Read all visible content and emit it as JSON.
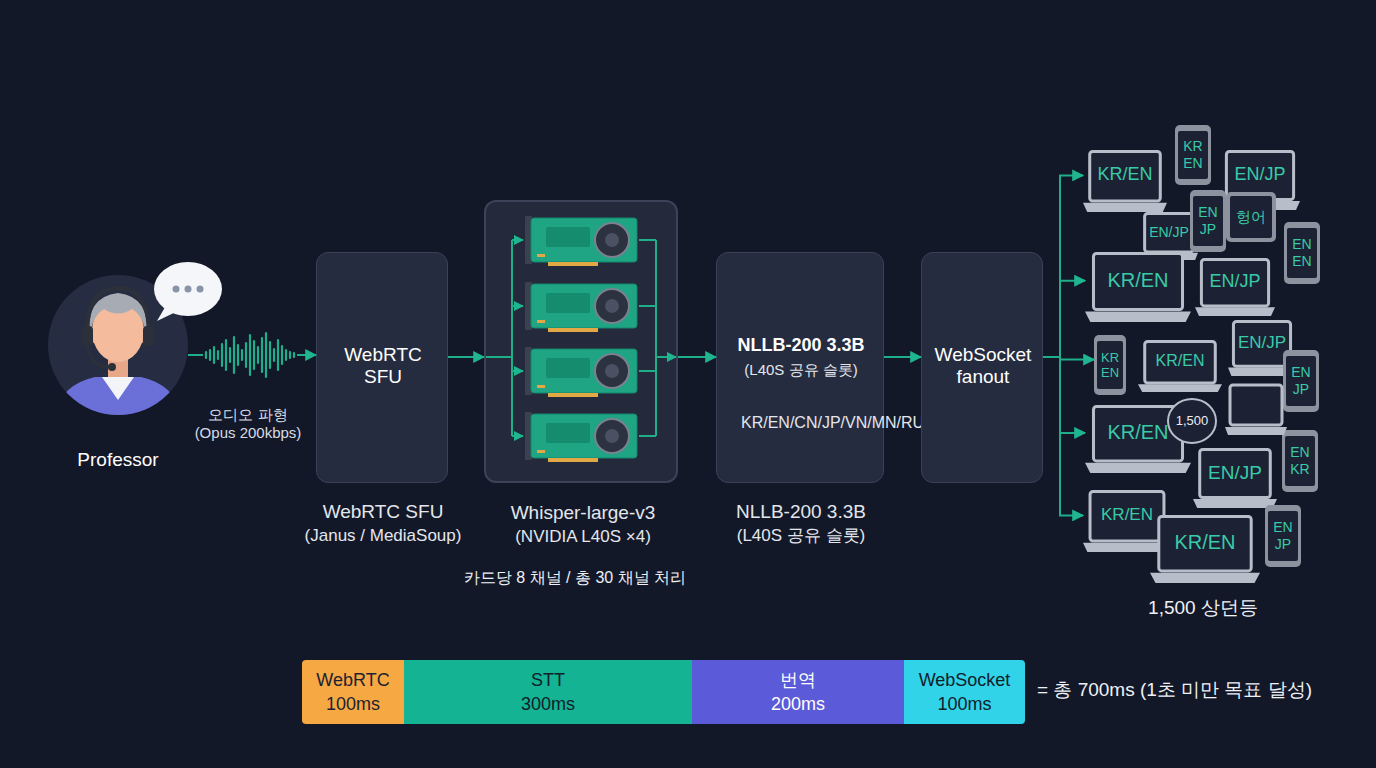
{
  "diagram": {
    "nodes": [
      {
        "text": [
          "Professor"
        ]
      },
      {
        "text": [
          "WebRTC SFU",
          "WebRTC SFU",
          "(Janus / MediaSoup)"
        ]
      },
      {
        "text": [
          "Whisper-large-v3",
          "(NVIDIA L40S ×4)"
        ]
      },
      {
        "text": [
          "NLLB-200 3.3B",
          "(L40S 공유 슬롯)",
          "KR/EN/CN/JP/VN/MN/RU",
          "NLLB-200 3.3B",
          "(L40S 공유 슬롯)"
        ]
      },
      {
        "text": [
          "WebSocket fanout"
        ]
      },
      {
        "text": [
          "KR/EN"
        ]
      },
      {
        "text": [
          "KR EN"
        ]
      },
      {
        "text": [
          "EN/JP"
        ]
      },
      {
        "text": [
          "EN/JP"
        ]
      },
      {
        "text": [
          "EN JP"
        ]
      },
      {
        "text": [
          "헝어"
        ]
      },
      {
        "text": [
          "EN EN"
        ]
      },
      {
        "text": [
          "KR/EN"
        ]
      },
      {
        "text": [
          "EN/JP"
        ]
      },
      {
        "text": [
          "KR EN"
        ]
      },
      {
        "text": [
          "KR/EN"
        ]
      },
      {
        "text": [
          "EN/JP"
        ]
      },
      {
        "text": [
          "EN JP"
        ]
      },
      {
        "text": [
          "KR/EN"
        ]
      },
      {
        "text": [
          "1,500"
        ]
      },
      {
        "text": [
          "EN KR"
        ]
      },
      {
        "text": [
          "EN/JP"
        ]
      },
      {
        "text": [
          "KR/EN"
        ]
      },
      {
        "text": [
          "EN JP"
        ]
      },
      {
        "text": [
          "KR/EN"
        ]
      },
      {
        "text": [
          "WebRTC",
          "100ms"
        ]
      },
      {
        "text": [
          "STT",
          "300ms"
        ]
      },
      {
        "text": [
          "번역",
          "200ms"
        ]
      },
      {
        "text": [
          "WebSocket",
          "100ms"
        ]
      }
    ],
    "edges": [
      {
        "from": 0,
        "to": 1,
        "label": "오디오 파형 (Opus 200kbps)",
        "arrow": "to"
      },
      {
        "from": 1,
        "to": 2,
        "arrow": "to"
      },
      {
        "from": 2,
        "to": 3,
        "arrow": "to"
      },
      {
        "from": 3,
        "to": 4,
        "arrow": "to"
      },
      {
        "from": 4,
        "to": 5,
        "arrow": "to"
      },
      {
        "from": 4,
        "to": 12,
        "arrow": "to"
      },
      {
        "from": 4,
        "to": 14,
        "arrow": "to"
      },
      {
        "from": 4,
        "to": 18,
        "arrow": "to"
      },
      {
        "from": 4,
        "to": 22,
        "arrow": "to"
      }
    ],
    "labels": [
      "카드당 8 채널 / 총 30 채널 처리",
      "1,500 상던등",
      "= 총 700ms (1초 미만 목표 달성)"
    ]
  }
}
